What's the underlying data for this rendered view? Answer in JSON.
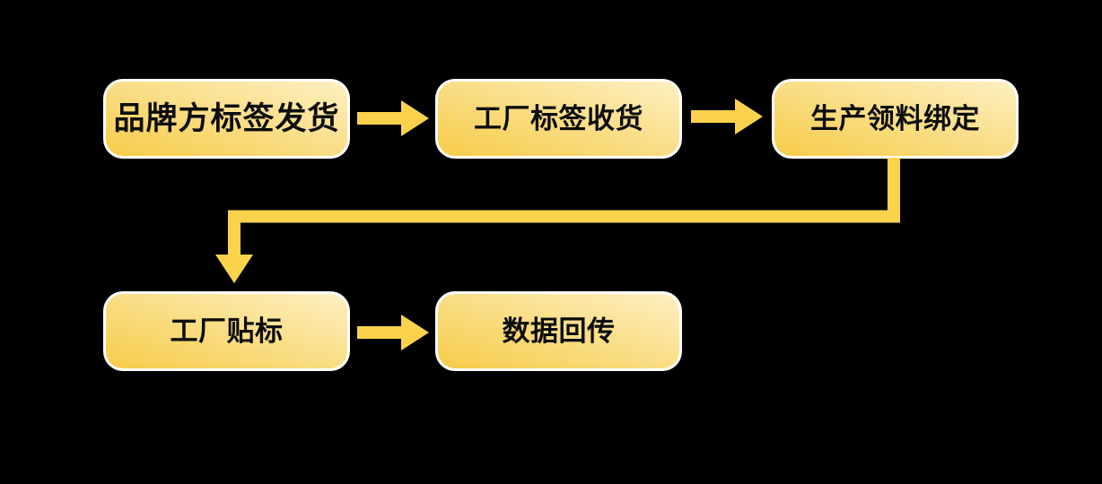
{
  "diagram": {
    "background_color": "#000000",
    "node_style": {
      "gradient_start": "#F6CC49",
      "gradient_end": "#FDEFC2",
      "border_color": "#FFFFFF",
      "text_color": "#0D0D0D"
    },
    "arrow_color": "#FBD24C",
    "nodes": [
      {
        "id": "brand-label-shipping",
        "label": "品牌方标签发货",
        "row": 1,
        "col": 1
      },
      {
        "id": "factory-label-receiving",
        "label": "工厂标签收货",
        "row": 1,
        "col": 2
      },
      {
        "id": "production-material-binding",
        "label": "生产领料绑定",
        "row": 1,
        "col": 3
      },
      {
        "id": "factory-labeling",
        "label": "工厂贴标",
        "row": 2,
        "col": 1
      },
      {
        "id": "data-upload",
        "label": "数据回传",
        "row": 2,
        "col": 2
      }
    ],
    "edges": [
      {
        "from": "brand-label-shipping",
        "to": "factory-label-receiving",
        "type": "block-arrow-right"
      },
      {
        "from": "factory-label-receiving",
        "to": "production-material-binding",
        "type": "block-arrow-right"
      },
      {
        "from": "production-material-binding",
        "to": "factory-labeling",
        "type": "elbow-down-left-down-arrow"
      },
      {
        "from": "factory-labeling",
        "to": "data-upload",
        "type": "block-arrow-right"
      }
    ]
  }
}
